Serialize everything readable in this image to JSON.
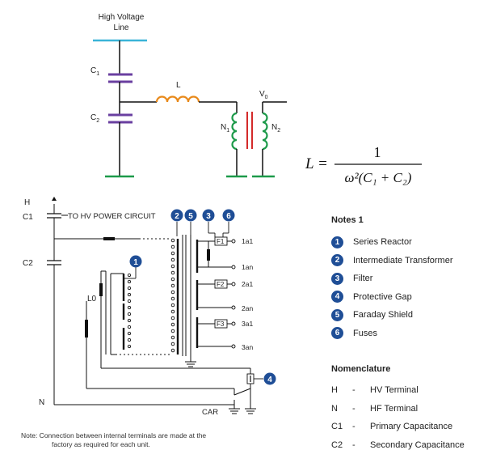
{
  "top_diagram": {
    "hv_line_label": "High Voltage Line",
    "c1": "C",
    "c1_sub": "1",
    "c2": "C",
    "c2_sub": "2",
    "inductor": "L",
    "v0": "V",
    "v0_sub": "0",
    "n1": "N",
    "n1_sub": "1",
    "n2": "N",
    "n2_sub": "2"
  },
  "formula": {
    "lhs": "L =",
    "numerator": "1",
    "denominator": "ω²(C₁ + C₂)"
  },
  "schematic": {
    "h_label": "H",
    "c1_label": "C1",
    "c2_label": "C2",
    "to_hv": "TO HV POWER CIRCUIT",
    "lo_label": "L0",
    "n_label": "N",
    "car_label": "CAR",
    "fuses": [
      "F1",
      "F2",
      "F3"
    ],
    "terminals": [
      "1a1",
      "1an",
      "2a1",
      "2an",
      "3a1",
      "3an"
    ],
    "header_badges": [
      "2",
      "5",
      "3",
      "6"
    ],
    "reactor_badge": "1",
    "gap_badge": "4"
  },
  "notes": {
    "title": "Notes 1",
    "items": [
      {
        "num": "1",
        "label": "Series Reactor"
      },
      {
        "num": "2",
        "label": "Intermediate Transformer"
      },
      {
        "num": "3",
        "label": "Filter"
      },
      {
        "num": "4",
        "label": "Protective Gap"
      },
      {
        "num": "5",
        "label": "Faraday Shield"
      },
      {
        "num": "6",
        "label": "Fuses"
      }
    ]
  },
  "nomenclature": {
    "title": "Nomenclature",
    "items": [
      {
        "key": "H",
        "dash": "-",
        "label": "HV Terminal"
      },
      {
        "key": "N",
        "dash": "-",
        "label": "HF Terminal"
      },
      {
        "key": "C1",
        "dash": "-",
        "label": "Primary Capacitance"
      },
      {
        "key": "C2",
        "dash": "-",
        "label": "Secondary Capacitance"
      }
    ]
  },
  "footnote": {
    "line1": "Note:  Connection between internal terminals are made at the",
    "line2": "factory as required for each unit."
  },
  "colors": {
    "hv_line": "#3ab4d8",
    "capacitor": "#6a3fa0",
    "inductor": "#e8891a",
    "ground": "#1d9a4a",
    "core": "#d42a2a",
    "badge": "#1f4e96"
  }
}
